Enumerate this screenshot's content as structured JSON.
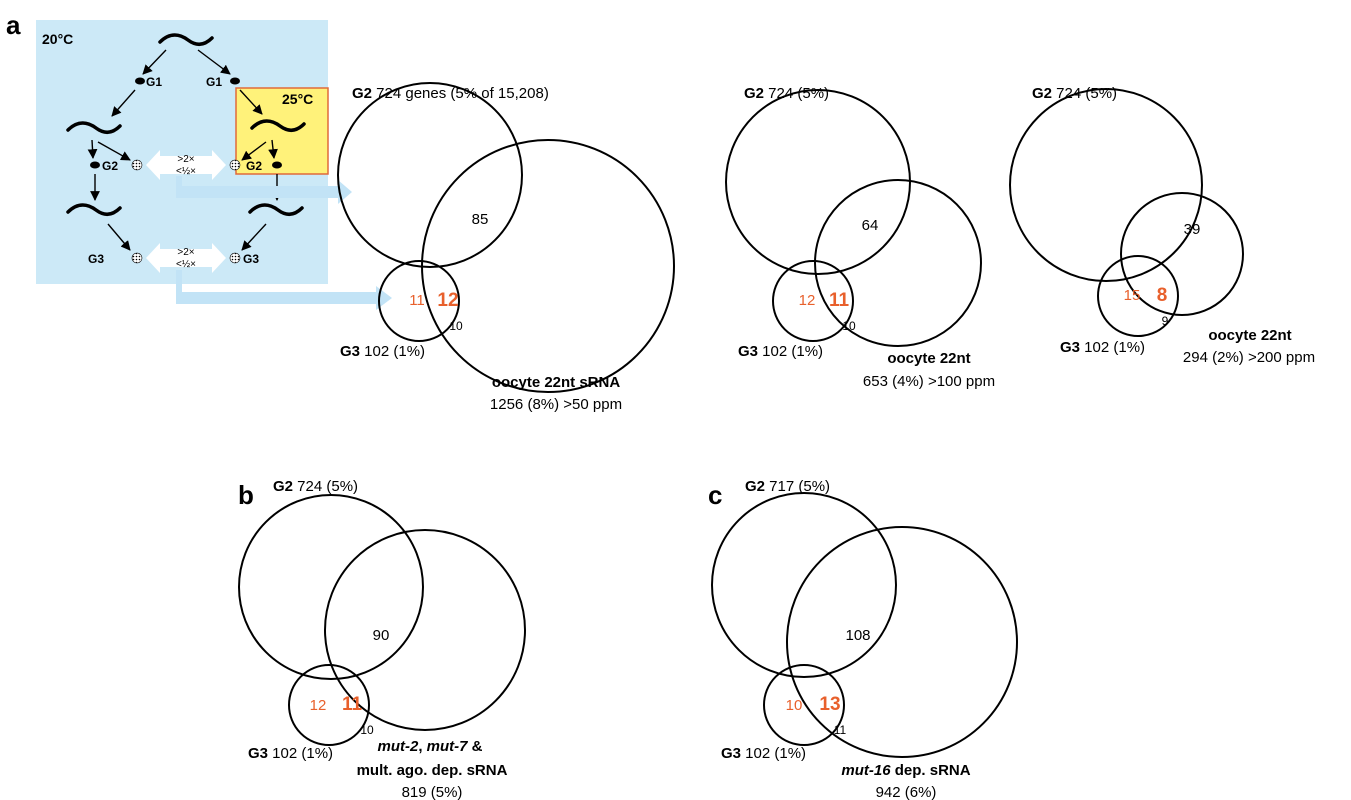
{
  "panel_letters": {
    "a": "a",
    "b": "b",
    "c": "c"
  },
  "schematic": {
    "temp_20": "20°C",
    "temp_25": "25°C",
    "gen_labels": {
      "g1_left": "G1",
      "g1_right": "G1",
      "g2_left": "G2",
      "g2_right": "G2",
      "g3_left": "G3",
      "g3_right": "G3"
    },
    "fold_up": ">2×",
    "fold_down": "<½×",
    "colors": {
      "background": "#cce9f7",
      "heat_box": "#fff27a",
      "heat_border": "#e06a3a",
      "arrow": "#c2e3f6"
    }
  },
  "venns": [
    {
      "g2_bold": "G2",
      "g2_rest": " 724 genes (5% of 15,208)",
      "g3_bold": "G3",
      "g3_rest": " 102 (1%)",
      "set_line1": "oocyte 22nt sRNA",
      "set_line2": "1256 (8%) >50 ppm",
      "n_g2_set": "85",
      "n_g2_g3": "11",
      "n_all": "12",
      "n_g3_set": "10"
    },
    {
      "g2_bold": "G2",
      "g2_rest": " 724 (5%)",
      "g3_bold": "G3",
      "g3_rest": " 102 (1%)",
      "set_line1": "oocyte 22nt",
      "set_line2": "653 (4%) >100 ppm",
      "n_g2_set": "64",
      "n_g2_g3": "12",
      "n_all": "11",
      "n_g3_set": "10"
    },
    {
      "g2_bold": "G2",
      "g2_rest": " 724 (5%)",
      "g3_bold": "G3",
      "g3_rest": " 102 (1%)",
      "set_line1": "oocyte 22nt",
      "set_line2": "294 (2%) >200 ppm",
      "n_g2_set": "39",
      "n_g2_g3": "15",
      "n_all": "8",
      "n_g3_set": "9"
    },
    {
      "g2_bold": "G2",
      "g2_rest": " 724 (5%)",
      "g3_bold": "G3",
      "g3_rest": " 102 (1%)",
      "set_line1_a": "mut-2",
      "set_line1_b": ", ",
      "set_line1_c": "mut-7",
      "set_line1_d": " &",
      "set_line2": "mult. ago. dep. sRNA",
      "set_line3": "819 (5%)",
      "n_g2_set": "90",
      "n_g2_g3": "12",
      "n_all": "11",
      "n_g3_set": "10"
    },
    {
      "g2_bold": "G2",
      "g2_rest": " 717 (5%)",
      "g3_bold": "G3",
      "g3_rest": " 102 (1%)",
      "set_line1_a": "mut-16",
      "set_line1_b": " dep. sRNA",
      "set_line2": "942 (6%)",
      "n_g2_set": "108",
      "n_g2_g3": "10",
      "n_all": "13",
      "n_g3_set": "11"
    }
  ],
  "highlight_color": "#e8602c"
}
